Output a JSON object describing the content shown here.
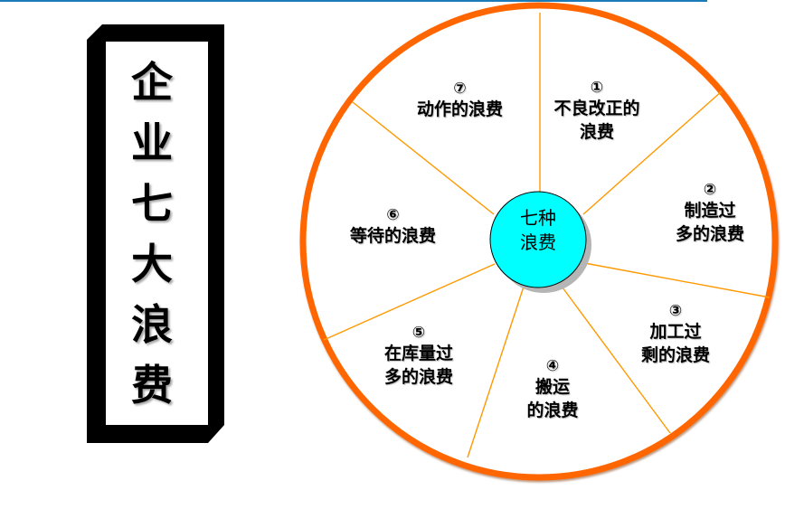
{
  "title": {
    "chars": [
      "企",
      "业",
      "七",
      "大",
      "浪",
      "费"
    ],
    "full": "企业七大浪费"
  },
  "center": {
    "line1": "七种",
    "line2": "浪费",
    "fill": "#00ffff"
  },
  "colors": {
    "outer_ring": "#ff6600",
    "spokes": "#ff9900",
    "top_bar": "#1a7bb8",
    "title_frame": "#000000"
  },
  "segments": [
    {
      "num": "①",
      "line1": "不良改正的",
      "line2": "浪费"
    },
    {
      "num": "②",
      "line1": "制造过",
      "line2": "多的浪费"
    },
    {
      "num": "③",
      "line1": "加工过",
      "line2": "剩的浪费"
    },
    {
      "num": "④",
      "line1": "搬运",
      "line2": "的浪费"
    },
    {
      "num": "⑤",
      "line1": "在库量过",
      "line2": "多的浪费"
    },
    {
      "num": "⑥",
      "line1": "等待的浪费",
      "line2": ""
    },
    {
      "num": "⑦",
      "line1": "动作的浪费",
      "line2": ""
    }
  ]
}
